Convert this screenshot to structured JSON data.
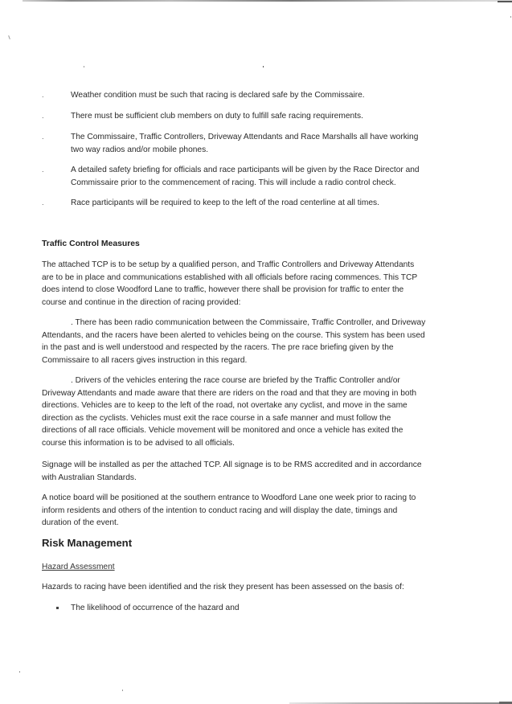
{
  "safety_conditions": [
    {
      "text": "Weather condition must be such that racing is declared safe by the Commissaire."
    },
    {
      "text": "There must be sufficient club members on duty to fulfill safe racing requirements."
    },
    {
      "text": "The Commissaire, Traffic Controllers, Driveway Attendants and Race Marshalls all have working two way radios and/or mobile phones."
    },
    {
      "text": "A detailed safety briefing for officials and race participants will be given by the Race Director and Commissaire prior to the commencement of racing. This will include a radio control check."
    },
    {
      "text": "Race participants will be required to keep to the left of the road centerline at all times."
    }
  ],
  "bullet_marker": ".",
  "traffic_control": {
    "heading": "Traffic Control Measures",
    "intro": " The attached TCP is to be setup by a qualified person, and Traffic Controllers and Driveway Attendants are to be in place and communications established with all officials before racing commences. This TCP does intend to close Woodford Lane to traffic, however there shall be provision for traffic to enter the course and continue in the direction of racing provided:",
    "conditions": [
      ". There has been radio communication between the Commissaire, Traffic Controller, and Driveway Attendants, and the racers have been alerted to vehicles being on the course. This system has been used in the past and is well understood and respected by the racers. The pre race briefing given by the Commissaire to all racers gives instruction in this regard.",
      ". Drivers of the vehicles entering the race course are briefed by the Traffic Controller and/or Driveway Attendants and made aware that there are riders on the road and that they are moving in both directions. Vehicles are to keep to the left of the road, not overtake any cyclist, and move in the same direction as the cyclists. Vehicles must exit the race course in a safe manner and must follow the directions of all race officials. Vehicle movement will be monitored and once a vehicle has exited the course this information is to be advised to all officials."
    ],
    "signage": "Signage will be installed as per the attached TCP. All signage is to be RMS accredited and in accordance with Australian Standards.",
    "notice_board": "A notice board will be positioned at the southern entrance to Woodford Lane one week prior to racing to inform residents and others of the intention to conduct racing and will display the date, timings and duration of the event."
  },
  "risk_management": {
    "heading": "Risk Management",
    "subheading": "Hazard Assessment",
    "intro": "Hazards to racing have been identified and the risk they present has been assessed on the basis of:",
    "bullets": [
      "The likelihood of occurrence of the hazard and"
    ]
  }
}
